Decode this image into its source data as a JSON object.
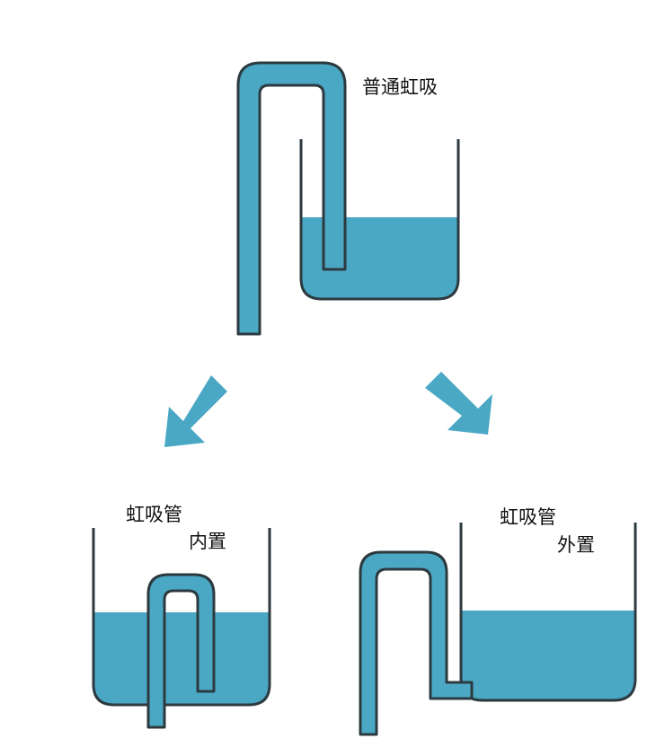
{
  "colors": {
    "water": "#4ba8c5",
    "outline": "#2c3a40",
    "arrow": "#4ba8c5",
    "background": "#ffffff"
  },
  "labels": {
    "top": "普通虹吸",
    "left_line1": "虹吸管",
    "left_line2": "内置",
    "right_line1": "虹吸管",
    "right_line2": "外置"
  }
}
